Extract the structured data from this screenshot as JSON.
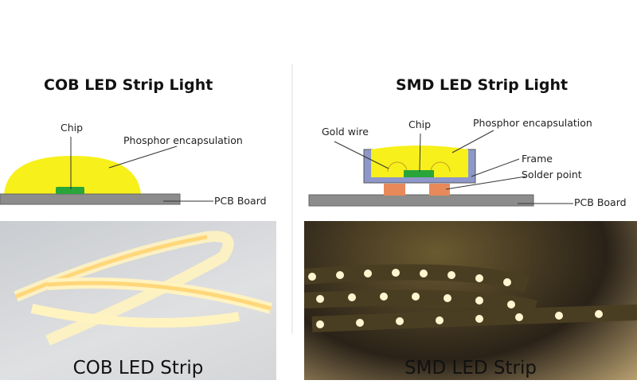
{
  "cob": {
    "title": "COB LED Strip Light",
    "labels": {
      "chip": "Chip",
      "phosphor": "Phosphor encapsulation",
      "pcb": "PCB Board"
    },
    "photo_caption": "COB LED Strip"
  },
  "smd": {
    "title": "SMD LED Strip Light",
    "labels": {
      "gold_wire": "Gold wire",
      "chip": "Chip",
      "phosphor": "Phosphor encapsulation",
      "frame": "Frame",
      "solder": "Solder point",
      "pcb": "PCB Board"
    },
    "photo_caption": "SMD LED Strip"
  },
  "colors": {
    "phosphor": "#f7f01a",
    "chip": "#2aa53a",
    "pcb": "#8c8c8c",
    "frame": "#8e97c9",
    "solder": "#e8895a"
  }
}
